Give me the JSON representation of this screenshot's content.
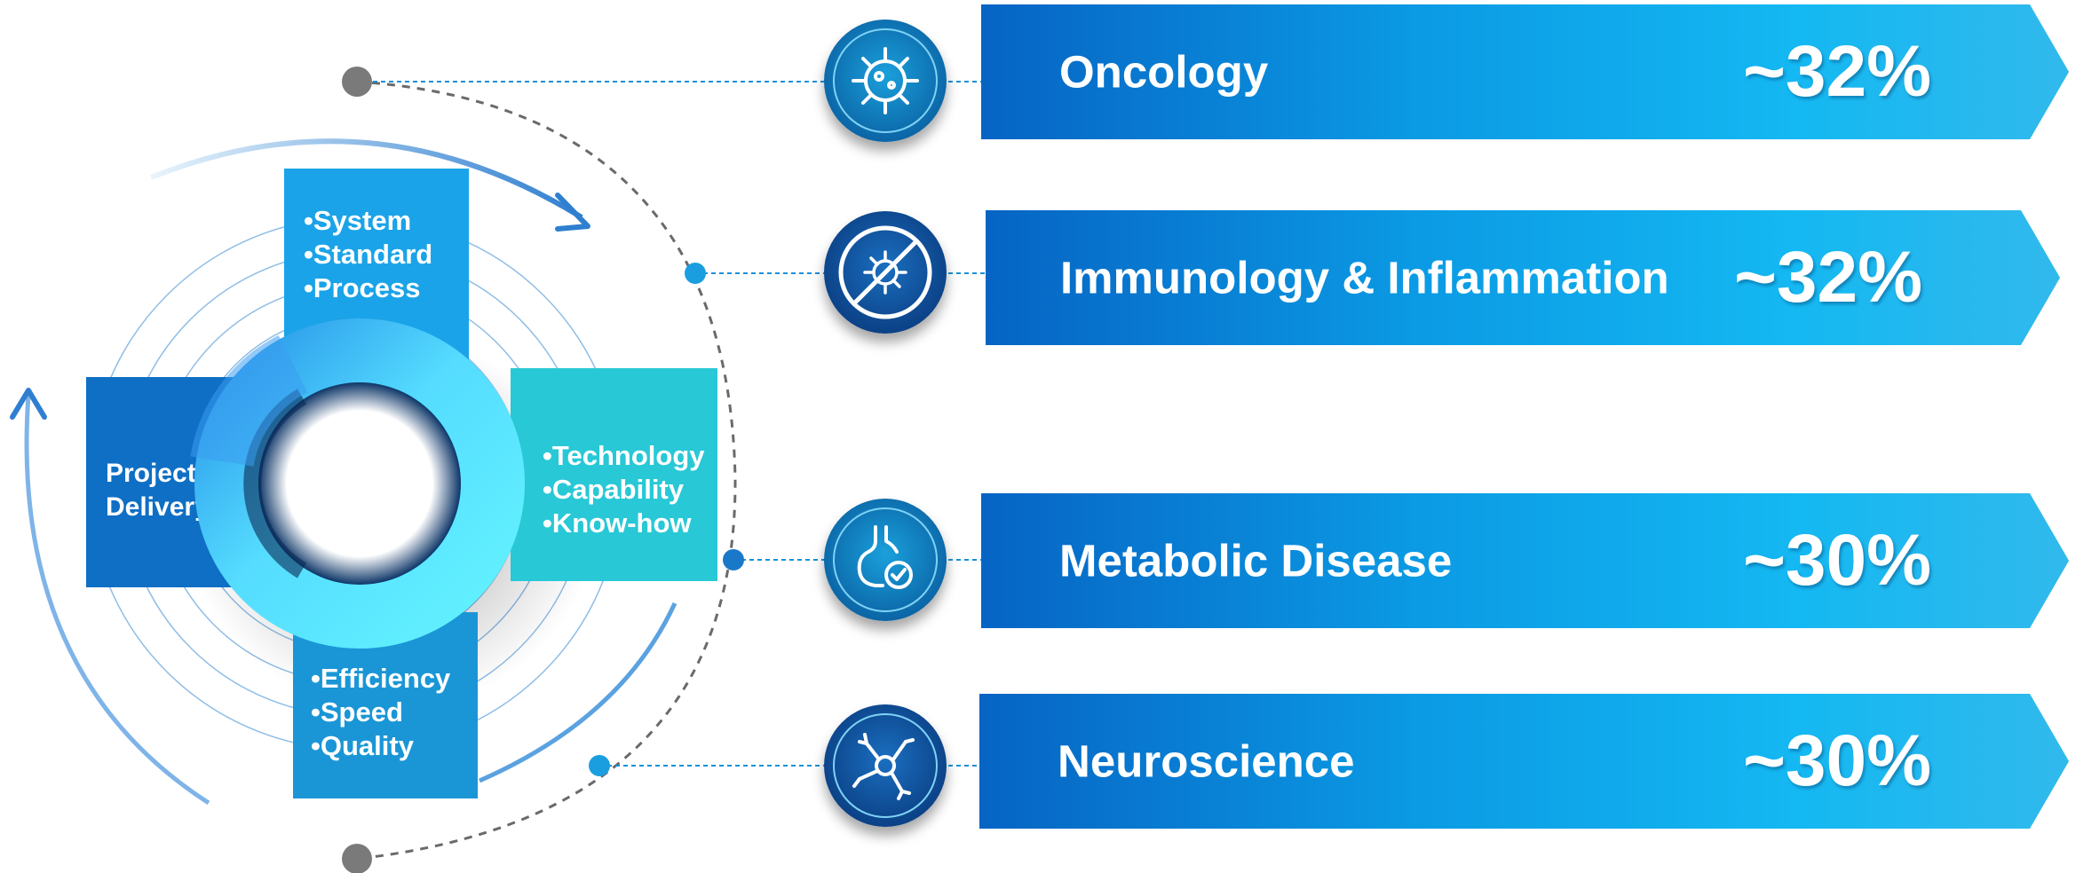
{
  "cycle": {
    "top_items": [
      "•System",
      "•Standard",
      "•Process"
    ],
    "left_items": [
      "Project",
      "Delivery"
    ],
    "right_items": [
      "•Technology",
      "•Capability",
      "•Know-how"
    ],
    "bottom_items": [
      "•Efficiency",
      "•Speed",
      "•Quality"
    ]
  },
  "areas": [
    {
      "label": "Oncology",
      "value": "~32%",
      "icon": "virus-icon"
    },
    {
      "label": "Immunology & Inflammation",
      "value": "~32%",
      "icon": "no-virus-icon"
    },
    {
      "label": "Metabolic Disease",
      "value": "~30%",
      "icon": "stomach-icon"
    },
    {
      "label": "Neuroscience",
      "value": "~30%",
      "icon": "neuron-icon"
    }
  ],
  "colors": {
    "bar_start": "#0664c4",
    "bar_end": "#31b9ec",
    "ring_light": "#5ff0ff",
    "ring_dark": "#0a2a55",
    "connector": "#1a90d8"
  }
}
